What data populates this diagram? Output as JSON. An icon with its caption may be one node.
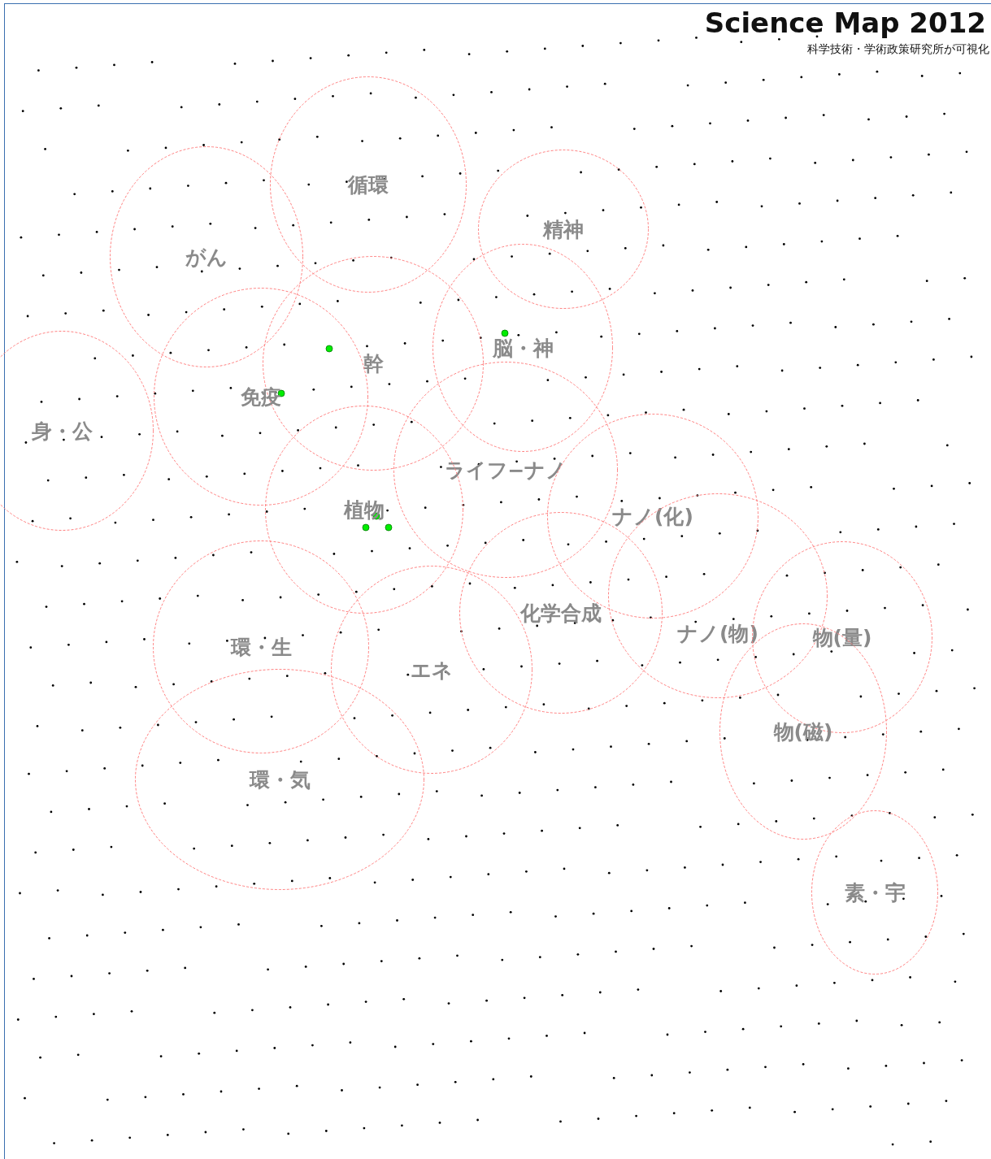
{
  "diagram": {
    "title": "Science Map 2012",
    "nodes": [
      {
        "text": [
          "循環"
        ]
      },
      {
        "text": [
          "がん"
        ]
      },
      {
        "text": [
          "精神"
        ]
      },
      {
        "text": [
          "幹"
        ]
      },
      {
        "text": [
          "脳・神"
        ]
      },
      {
        "text": [
          "免疫"
        ]
      },
      {
        "text": [
          "身・公"
        ]
      },
      {
        "text": [
          "ライフ−ナノ"
        ]
      },
      {
        "text": [
          "植物"
        ]
      },
      {
        "text": [
          "ナノ(化)"
        ]
      },
      {
        "text": [
          "ナノ(物)"
        ]
      },
      {
        "text": [
          "化学合成"
        ]
      },
      {
        "text": [
          "物(量)"
        ]
      },
      {
        "text": [
          "環・生"
        ]
      },
      {
        "text": [
          "エネ"
        ]
      },
      {
        "text": [
          "物(磁)"
        ]
      },
      {
        "text": [
          "環・気"
        ]
      },
      {
        "text": [
          "素・宇"
        ]
      }
    ],
    "labels": [
      "科学技術・学術政策研究所が可視化"
    ]
  }
}
